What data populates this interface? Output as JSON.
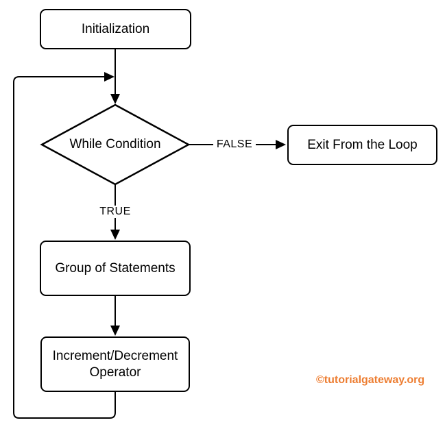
{
  "diagram": {
    "type": "flowchart",
    "nodes": {
      "initialization": {
        "label": "Initialization",
        "shape": "rounded-rectangle"
      },
      "while_condition": {
        "label": "While Condition",
        "shape": "diamond"
      },
      "exit_loop": {
        "label": "Exit From the Loop",
        "shape": "rounded-rectangle"
      },
      "group_statements": {
        "label": "Group of Statements",
        "shape": "rounded-rectangle"
      },
      "increment_decrement": {
        "label": "Increment/Decrement Operator",
        "shape": "rounded-rectangle"
      }
    },
    "edge_labels": {
      "false": "FALSE",
      "true": "TRUE"
    },
    "watermark": {
      "text": "©tutorialgateway.org",
      "color": "#ED7D31"
    },
    "colors": {
      "stroke": "#000000",
      "node_fill": "#FFFFFF",
      "background": "#FFFFFF"
    }
  }
}
